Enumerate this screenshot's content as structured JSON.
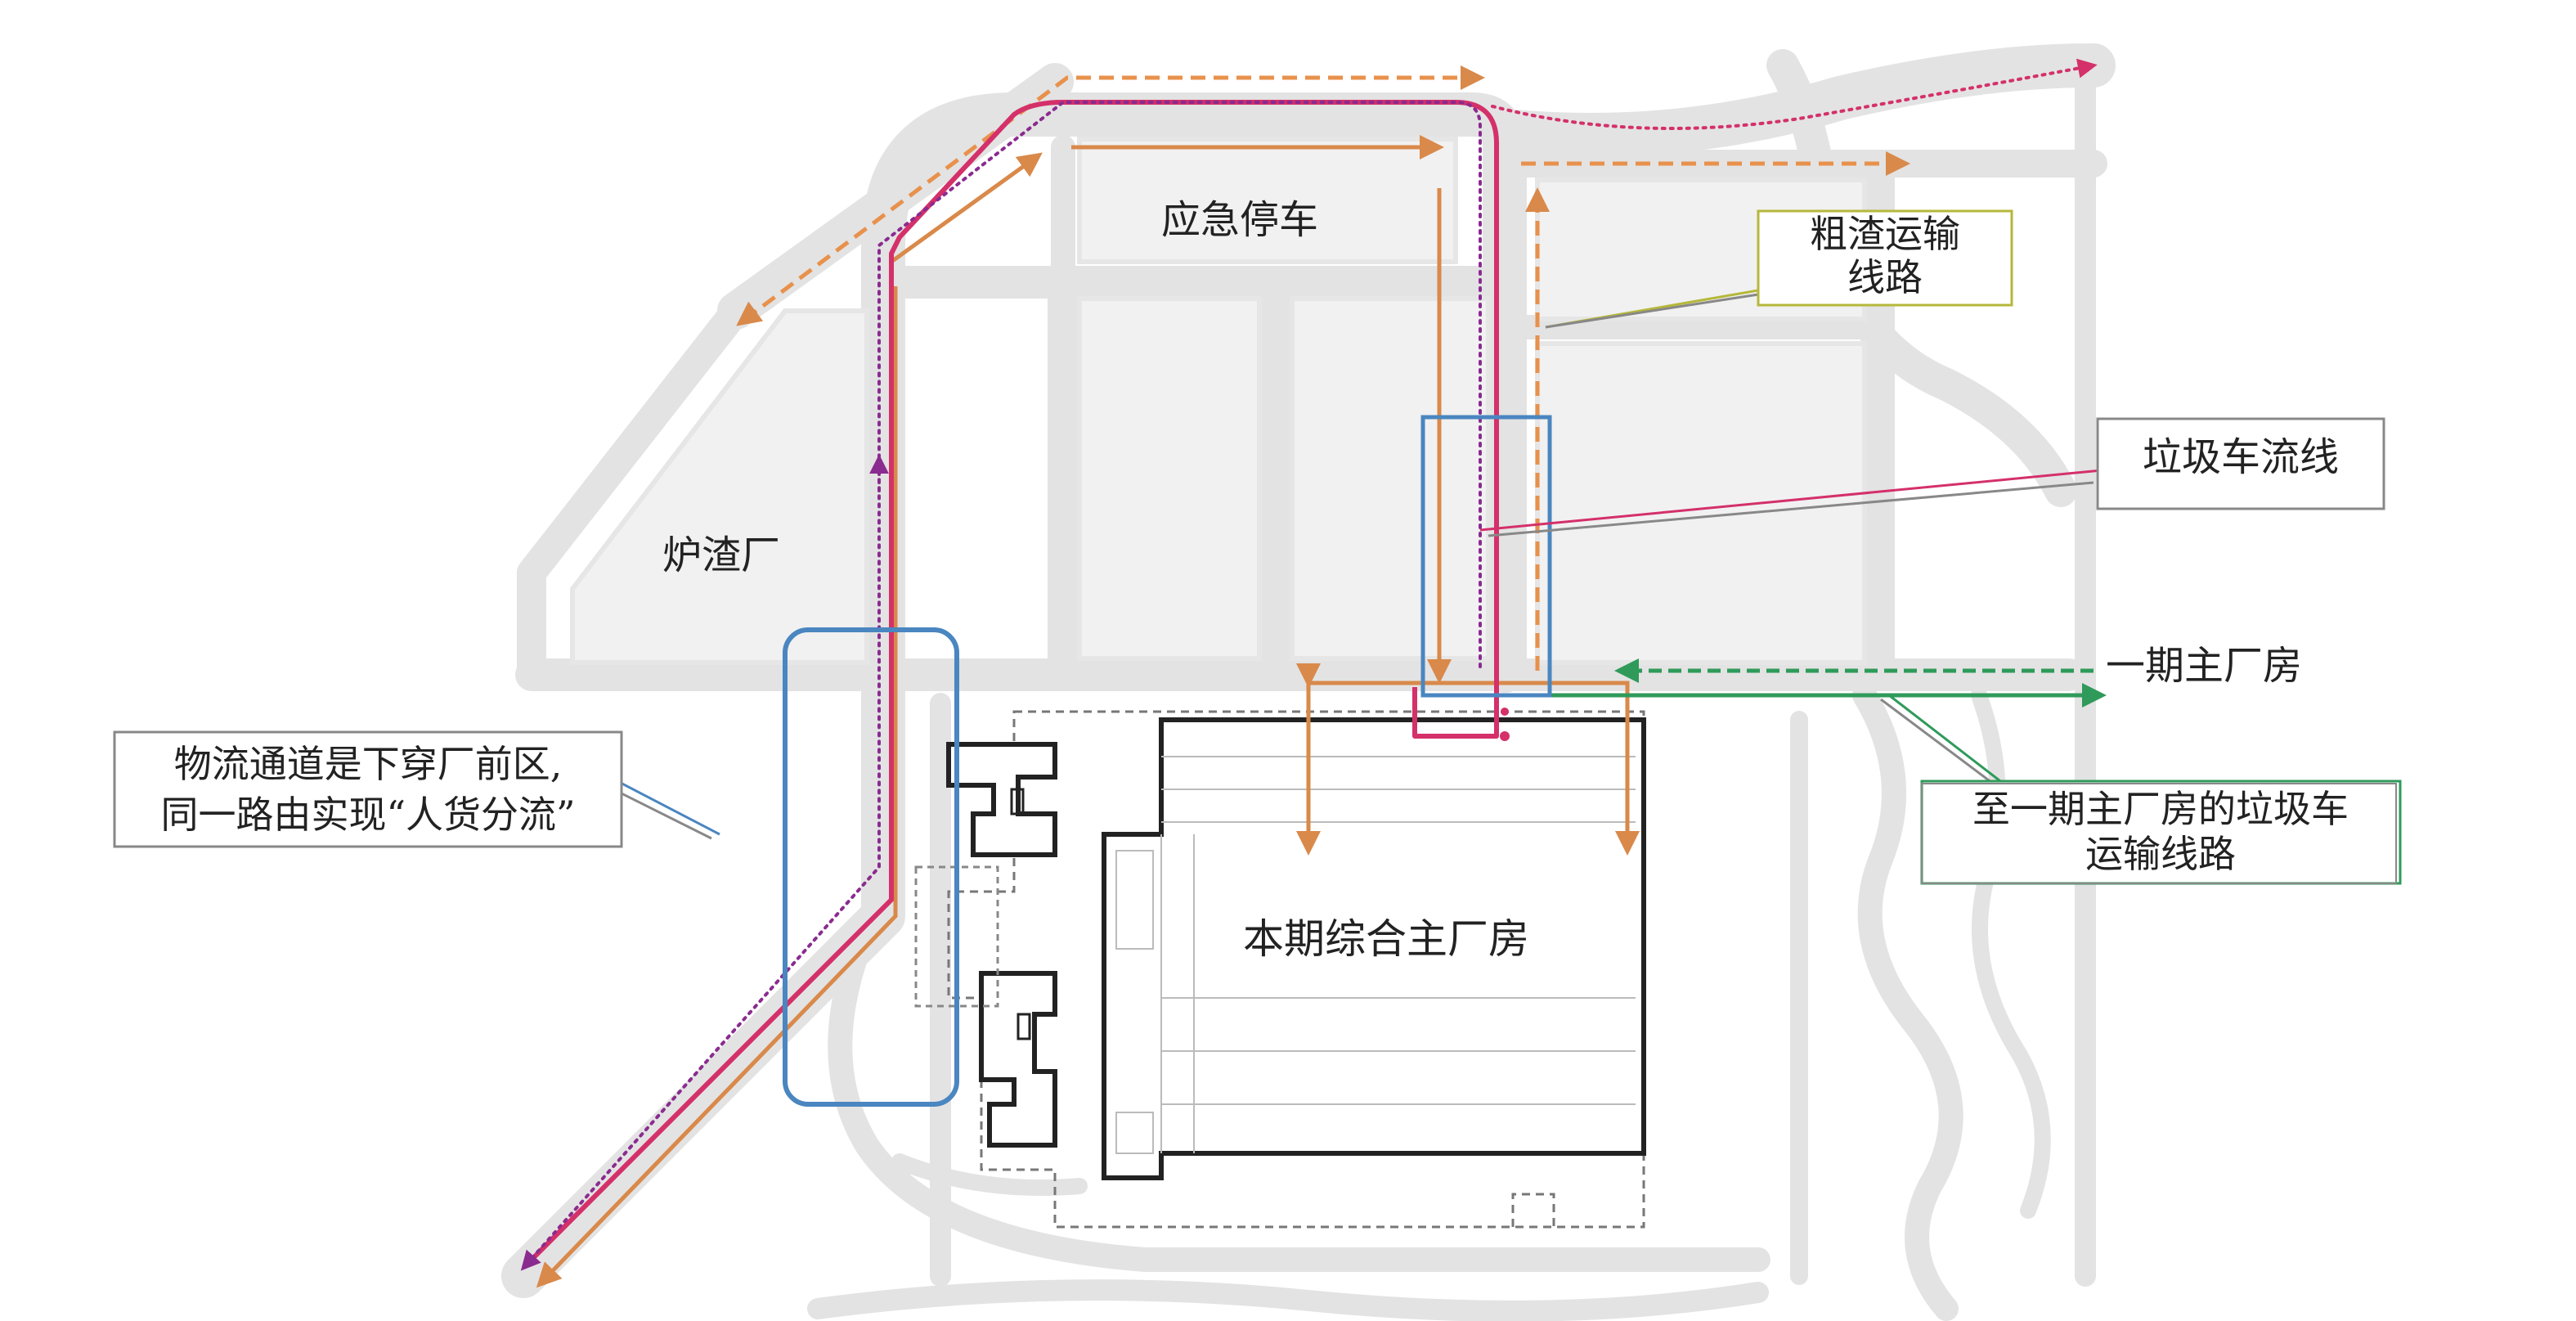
{
  "areas": {
    "emergency_parking": "应急停车",
    "slag_plant": "炉渣厂",
    "main_building_current": "本期综合主厂房",
    "phase1_main_building": "一期主厂房"
  },
  "callouts": {
    "coarse_slag_route": [
      "粗渣运输",
      "线路"
    ],
    "garbage_truck_flow": "垃圾车流线",
    "logistics_channel": [
      "物流通道是下穿厂前区,",
      "同一路由实现“人货分流”"
    ],
    "garbage_truck_route_to_phase1": [
      "至一期主厂房的垃圾车",
      "运输线路"
    ]
  },
  "colors": {
    "road": "#e1e1e1",
    "road_edge": "#cfcfcf",
    "orange_route": "#d9894a",
    "orange_dashed": "#e8914c",
    "magenta_route": "#d4306a",
    "purple_dotted": "#8a2b8f",
    "green_route": "#2f9a5a",
    "blue_highlight": "#4a86c0",
    "callout_yellow_border": "#b5b83a",
    "callout_green_border": "#2f9a5a",
    "building_outline": "#222222"
  },
  "icons": {
    "arrowheads": "arrow-icon"
  }
}
